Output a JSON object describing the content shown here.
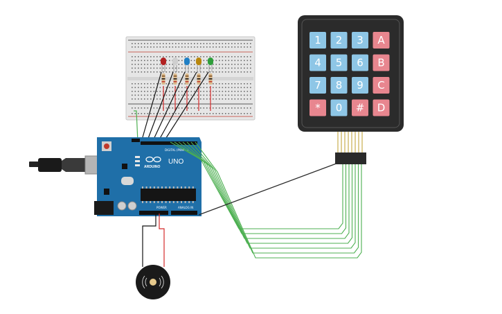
{
  "arduino": {
    "model_label": "UNO",
    "brand_label": "ARDUINO",
    "digital_label": "DIGITAL (PWM ~)",
    "power_label": "POWER",
    "analog_label": "ANALOG IN",
    "board_color": "#1f6fa8"
  },
  "keypad": {
    "keys": [
      {
        "label": "1",
        "kind": "digit"
      },
      {
        "label": "2",
        "kind": "digit"
      },
      {
        "label": "3",
        "kind": "digit"
      },
      {
        "label": "A",
        "kind": "letter"
      },
      {
        "label": "4",
        "kind": "digit"
      },
      {
        "label": "5",
        "kind": "digit"
      },
      {
        "label": "6",
        "kind": "digit"
      },
      {
        "label": "B",
        "kind": "letter"
      },
      {
        "label": "7",
        "kind": "digit"
      },
      {
        "label": "8",
        "kind": "digit"
      },
      {
        "label": "9",
        "kind": "digit"
      },
      {
        "label": "C",
        "kind": "letter"
      },
      {
        "label": "*",
        "kind": "letter"
      },
      {
        "label": "0",
        "kind": "digit"
      },
      {
        "label": "#",
        "kind": "letter"
      },
      {
        "label": "D",
        "kind": "letter"
      }
    ],
    "digit_color": "#8ec6e6",
    "letter_color": "#e8868f",
    "body_color": "#2b2b2b"
  },
  "leds": [
    {
      "color": "#b22222",
      "name": "red"
    },
    {
      "color": "#cfcfcf",
      "name": "white"
    },
    {
      "color": "#1f7fc4",
      "name": "blue"
    },
    {
      "color": "#b8860b",
      "name": "yellow"
    },
    {
      "color": "#2e9e3a",
      "name": "green"
    }
  ],
  "wire_colors": {
    "signal": "#111111",
    "keypad": "#4caf50",
    "power": "#d42a2a",
    "ground": "#111111"
  }
}
